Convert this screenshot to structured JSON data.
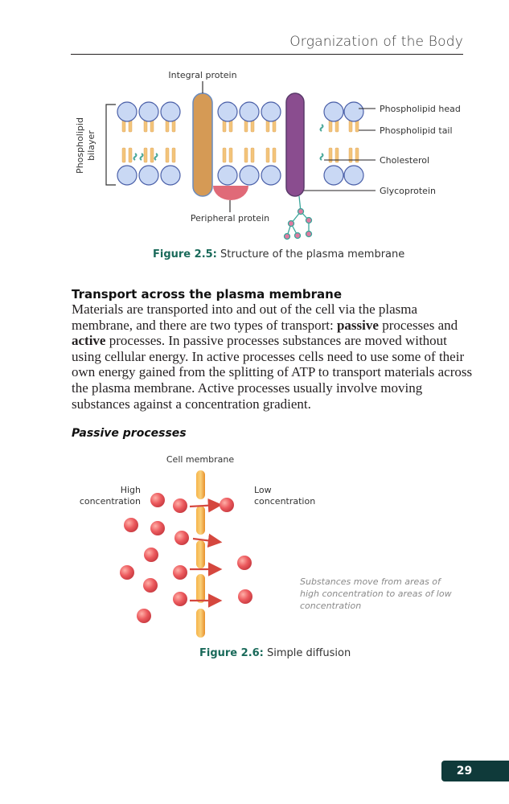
{
  "header": {
    "running_title": "Organization of the Body"
  },
  "figure_membrane": {
    "labels": {
      "integral_protein": "Integral protein",
      "phospholipid_head": "Phospholipid head",
      "phospholipid_tail": "Phospholipid tail",
      "cholesterol": "Cholesterol",
      "glycoprotein": "Glycoprotein",
      "peripheral_protein": "Peripheral protein",
      "bilayer_line1": "Phospholipid",
      "bilayer_line2": "bilayer"
    },
    "caption_number": "Figure 2.5:",
    "caption_text": " Structure of the plasma membrane"
  },
  "section": {
    "heading": "Transport across the plasma membrane",
    "p1": "Materials are transported into and out of the cell via the plasma membrane, and there are two types of transport: ",
    "passive_term": "passive",
    "p2": " processes and ",
    "active_term": "active",
    "p3": " processes. In passive processes substances are moved without using cellular energy. In active processes cells need to use some of their own energy gained from the splitting of ATP to transport materials across the plasma membrane. Active processes usually involve moving substances against a concentration gradient."
  },
  "subsection": {
    "heading": "Passive processes"
  },
  "figure_diffusion": {
    "labels": {
      "cell_membrane": "Cell membrane",
      "high_line1": "High",
      "high_line2": "concentration",
      "low_line1": "Low",
      "low_line2": "concentration"
    },
    "note": "Substances move from areas of high concentration to areas of low concentration",
    "caption_number": "Figure 2.6:",
    "caption_text": " Simple diffusion"
  },
  "page_number": "29",
  "colors": {
    "head_fill": "#c9d8f4",
    "head_stroke": "#4a5fa8",
    "tail": "#f3c47a",
    "integral_protein": "#d59a55",
    "glycoprotein": "#8a4d8f",
    "peripheral": "#e06a78",
    "cholesterol": "#4aa89a",
    "molecule": "#e8565c",
    "arrow": "#d5473e",
    "membrane_bar": "#f2a33a",
    "accent": "#1a6a5a",
    "page_tab": "#0f3a3a"
  }
}
